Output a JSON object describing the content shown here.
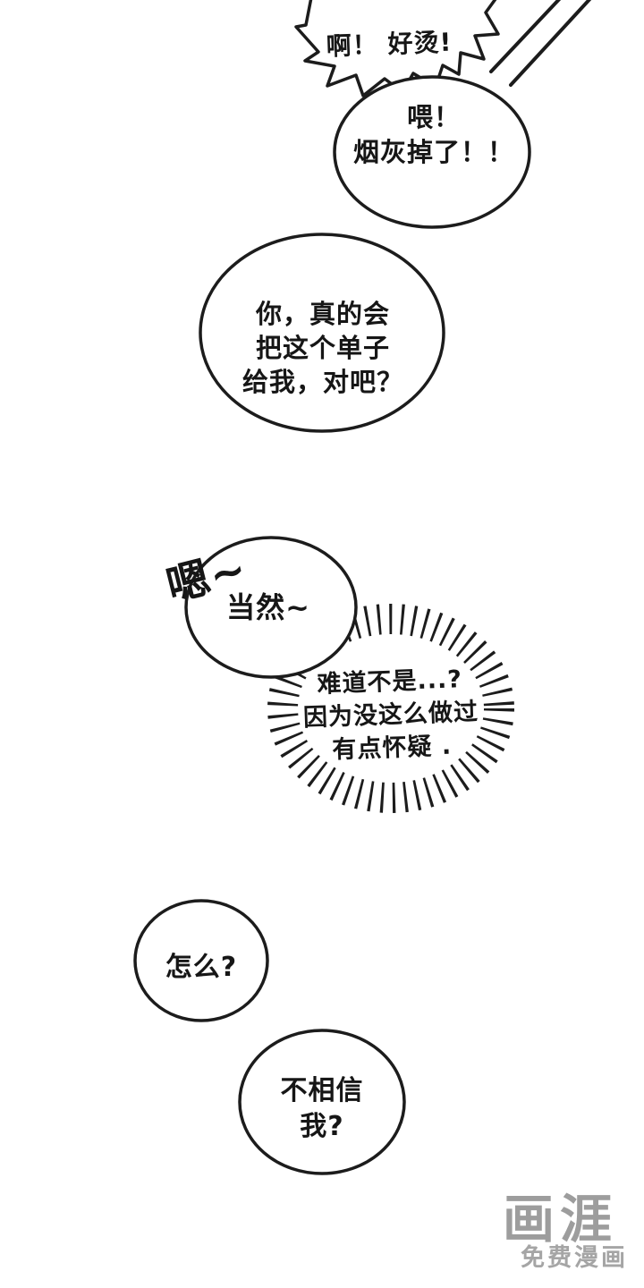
{
  "page": {
    "background": "#ffffff",
    "ink": "#1c1c1c",
    "watermark_color": "#9d9d9d"
  },
  "bubbles": {
    "shout": {
      "text": "啊！ 好烫!"
    },
    "ash": {
      "lines": [
        "喂！",
        "烟灰掉了！！"
      ]
    },
    "order": {
      "lines": [
        "你，真的会",
        "把这个单子",
        "给我，对吧？"
      ]
    },
    "hum": {
      "text": "嗯~"
    },
    "sure": {
      "text": "当然~"
    },
    "doubt": {
      "lines": [
        "难道不是...?",
        "因为没这么做过",
        "有点怀疑 ."
      ]
    },
    "what": {
      "text": "怎么?"
    },
    "distrust": {
      "lines": [
        "不相信",
        "我?"
      ]
    }
  },
  "watermark": {
    "logo": "画涯",
    "tagline": "免费漫画"
  }
}
